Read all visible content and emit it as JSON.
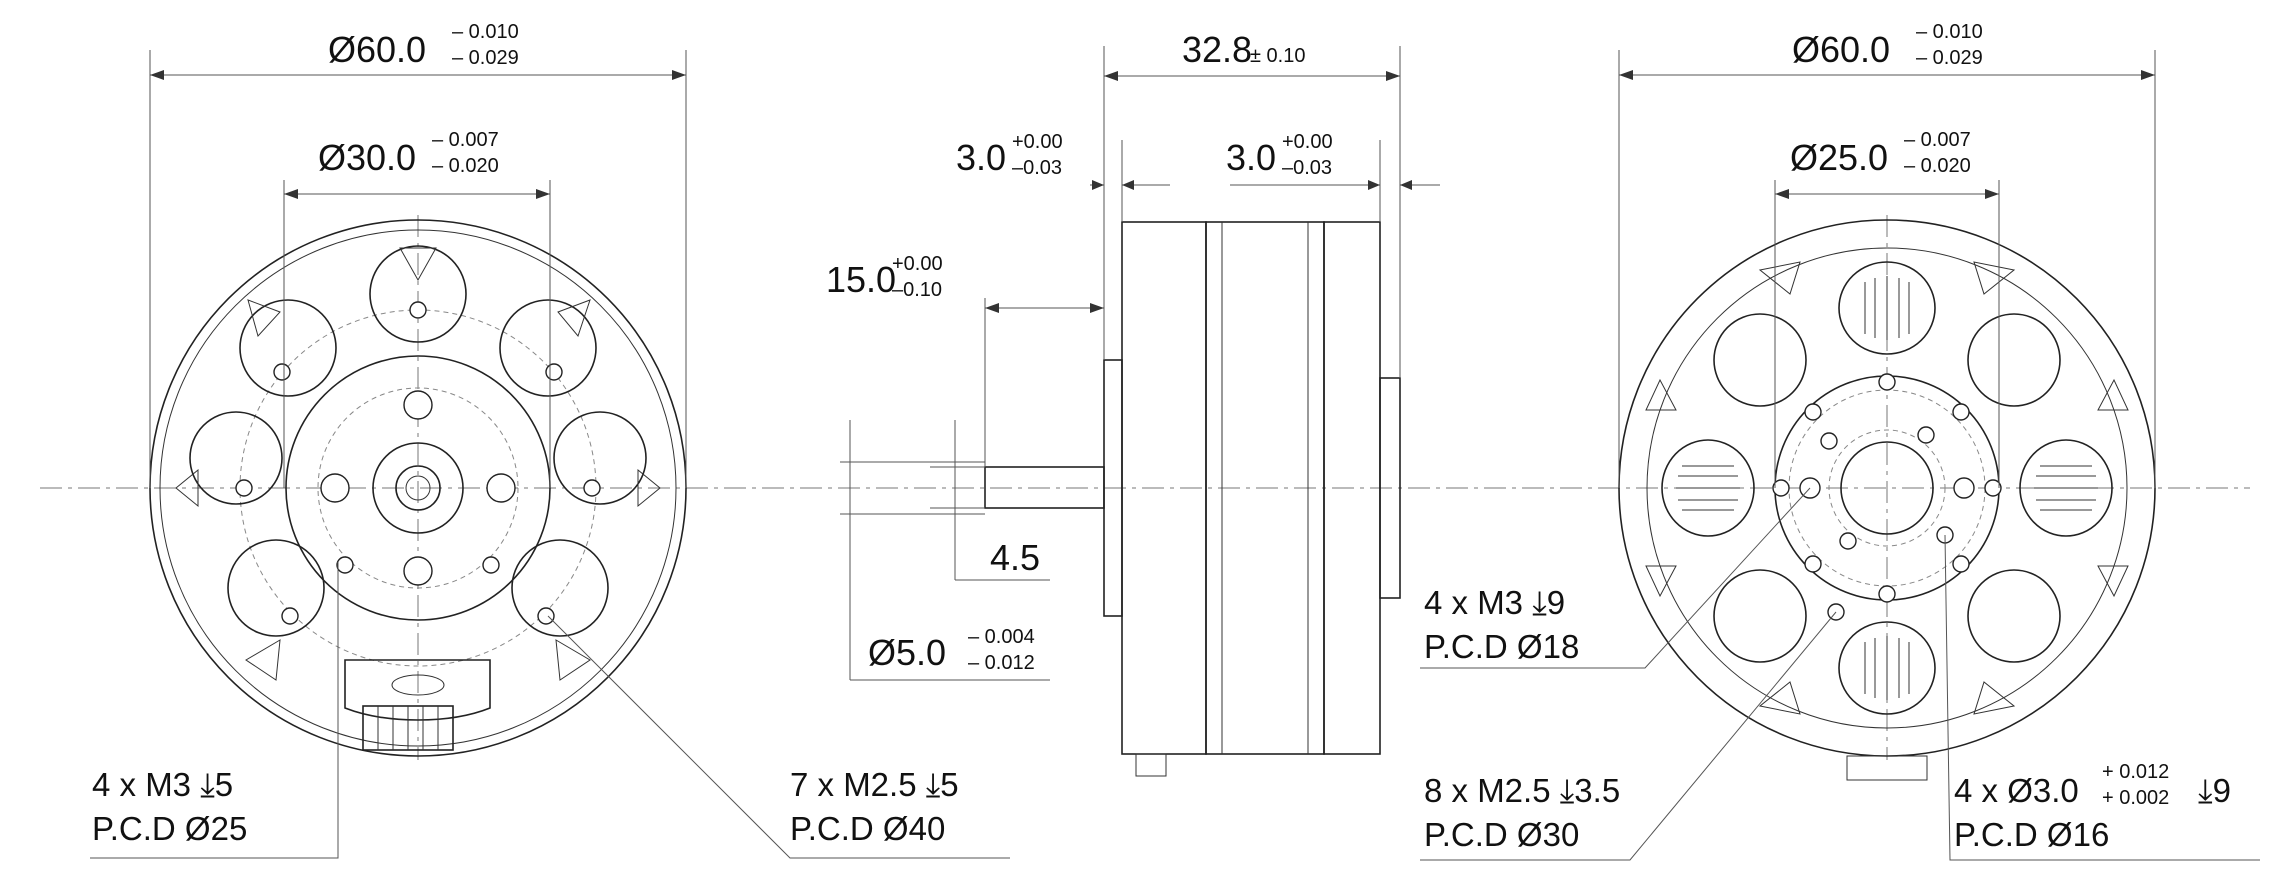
{
  "front_view": {
    "outer_dia": {
      "nominal": "Ø60.0",
      "tol_upper": "– 0.010",
      "tol_lower": "– 0.029"
    },
    "inner_dia": {
      "nominal": "Ø30.0",
      "tol_upper": "– 0.007",
      "tol_lower": "– 0.020"
    },
    "note_left": {
      "line1": "4 x M3 ⤓5",
      "line2": "P.C.D Ø25"
    },
    "note_right": {
      "line1": "7 x M2.5 ⤓5",
      "line2": "P.C.D Ø40"
    }
  },
  "side_view": {
    "length": {
      "nominal": "32.8",
      "tol": "± 0.10"
    },
    "flange_left": {
      "nominal": "3.0",
      "tol_upper": "+0.00",
      "tol_lower": "–0.03"
    },
    "flange_right": {
      "nominal": "3.0",
      "tol_upper": "+0.00",
      "tol_lower": "–0.03"
    },
    "shaft_length": {
      "nominal": "15.0",
      "tol_upper": "+0.00",
      "tol_lower": "–0.10"
    },
    "shaft_flat": {
      "value": "4.5"
    },
    "shaft_dia": {
      "nominal": "Ø5.0",
      "tol_upper": "– 0.004",
      "tol_lower": "– 0.012"
    }
  },
  "rear_view": {
    "outer_dia": {
      "nominal": "Ø60.0",
      "tol_upper": "– 0.010",
      "tol_lower": "– 0.029"
    },
    "inner_dia": {
      "nominal": "Ø25.0",
      "tol_upper": "– 0.007",
      "tol_lower": "– 0.020"
    },
    "note_a": {
      "line1": "4 x M3 ⤓9",
      "line2": "P.C.D Ø18"
    },
    "note_b": {
      "line1": "8 x M2.5 ⤓3.5",
      "line2": "P.C.D Ø30"
    },
    "note_c": {
      "line1": "4 x Ø3.0",
      "tol_upper": "+ 0.012",
      "tol_lower": "+ 0.002",
      "suffix": "⤓9",
      "line2": "P.C.D Ø16"
    }
  }
}
